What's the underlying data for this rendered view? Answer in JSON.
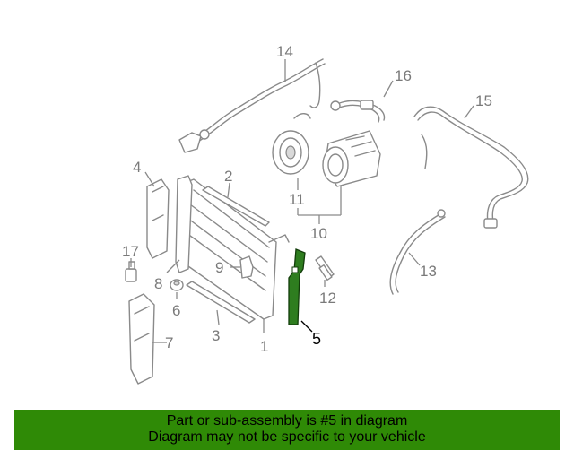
{
  "diagram": {
    "labels": {
      "p1": "1",
      "p2": "2",
      "p3": "3",
      "p4": "4",
      "p5": "5",
      "p6": "6",
      "p7": "7",
      "p8": "8",
      "p9": "9",
      "p10": "10",
      "p11": "11",
      "p12": "12",
      "p13": "13",
      "p14": "14",
      "p15": "15",
      "p16": "16",
      "p17": "17"
    },
    "highlighted_part": "5",
    "highlight_color": "#2e7d1f"
  },
  "banner": {
    "line1": "Part or sub-assembly is #5 in diagram",
    "line2": "Diagram may not be specific to your vehicle",
    "background": "#2f8a06"
  }
}
